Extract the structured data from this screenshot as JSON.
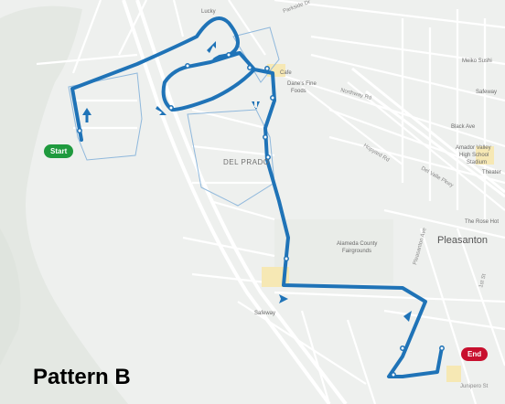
{
  "title": "Pattern B",
  "markers": {
    "start": "Start",
    "end": "End"
  },
  "colors": {
    "route": "#1f73b7",
    "start": "#1f9a3e",
    "end": "#c8102e"
  },
  "streets": {
    "parkside": "Parkside Dr",
    "lucky": "Lucky",
    "cafe": "Cafe",
    "danes": "Dane's Fine",
    "danes2": "Foods",
    "northway": "Northway Rd",
    "hopyard": "Hopyard Rd",
    "delvalle": "Del Valle Pkwy",
    "pleasanton": "Pleasanton Ave",
    "junipero": "Junipero St",
    "first": "1st St"
  },
  "places": {
    "melo": "Meiko Sushi",
    "safeway_top": "Safeway",
    "blackave": "Black Ave",
    "amador1": "Amador Valley",
    "amador2": "High School",
    "amador3": "Stadium",
    "theater": "Theater",
    "rosehotel": "The Rose Hot",
    "fair1": "Alameda County",
    "fair2": "Fairgrounds",
    "safeway_bottom": "Safeway",
    "delprado": "DEL PRADO",
    "city": "Pleasanton"
  }
}
